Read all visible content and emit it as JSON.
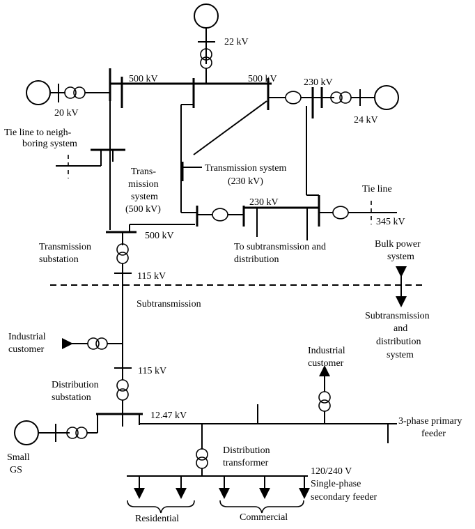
{
  "labels": {
    "kv22": "22 kV",
    "kv500_top_left": "500 kV",
    "kv500_top_mid": "500 kV",
    "kv230_top": "230 kV",
    "kv20": "20 kV",
    "kv24": "24 kV",
    "tie_line_left_1": "Tie line to neigh-",
    "tie_line_left_2": "boring system",
    "trans_500_1": "Trans-",
    "trans_500_2": "mission",
    "trans_500_3": "system",
    "trans_500_4": "(500 kV)",
    "trans_230_1": "Transmission system",
    "trans_230_2": "(230 kV)",
    "tie_line_right": "Tie line",
    "kv230_mid": "230 kV",
    "kv345": "345 kV",
    "kv500_lower": "500 kV",
    "to_subtrans_1": "To subtransmission and",
    "to_subtrans_2": "distribution",
    "bulk_1": "Bulk power",
    "bulk_2": "system",
    "trans_sub_1": "Transmission",
    "trans_sub_2": "substation",
    "kv115_upper": "115 kV",
    "subtransmission": "Subtransmission",
    "subtrans_dist_1": "Subtransmission",
    "subtrans_dist_2": "and",
    "subtrans_dist_3": "distribution",
    "subtrans_dist_4": "system",
    "industrial_left_1": "Industrial",
    "industrial_left_2": "customer",
    "industrial_right_1": "Industrial",
    "industrial_right_2": "customer",
    "kv115_lower": "115 kV",
    "dist_sub_1": "Distribution",
    "dist_sub_2": "substation",
    "kv1247": "12.47 kV",
    "three_phase_1": "3-phase primary",
    "three_phase_2": "feeder",
    "small_gs_1": "Small",
    "small_gs_2": "GS",
    "dist_xfmr_1": "Distribution",
    "dist_xfmr_2": "transformer",
    "v120_240": "120/240 V",
    "single_phase_1": "Single-phase",
    "single_phase_2": "secondary feeder",
    "residential": "Residential",
    "commercial": "Commercial"
  }
}
